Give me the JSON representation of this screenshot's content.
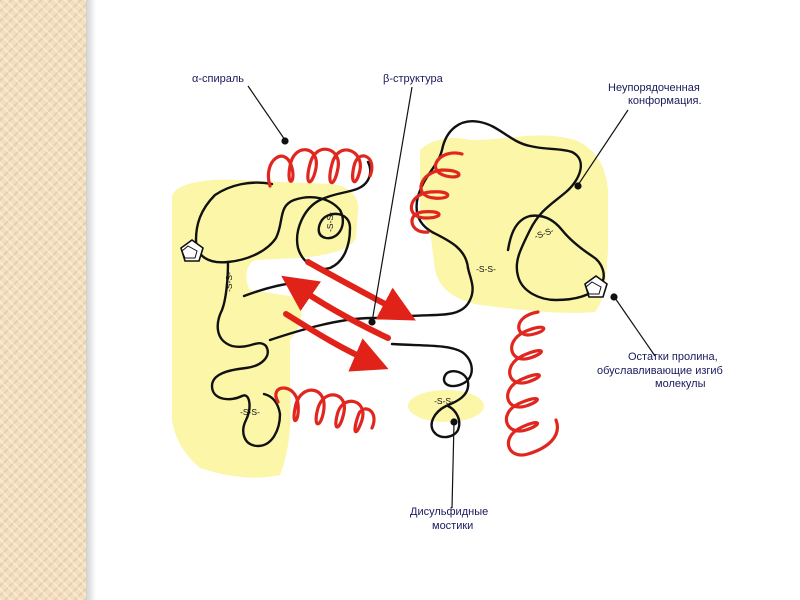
{
  "labels": {
    "alpha_helix": "α-спираль",
    "beta_structure": "β-структура",
    "disordered": [
      "Неупорядоченная",
      "конформация."
    ],
    "proline": [
      "Остатки пролина,",
      "обуславливающие изгиб",
      "молекулы"
    ],
    "disulfide": [
      "Дисульфидные",
      "мостики"
    ]
  },
  "bridges": {
    "label": "-S-S-",
    "vertical_1": "-S-S-",
    "vertical_2": "-S-S-",
    "horizontal_1": "-S-S-",
    "horizontal_2": "-S-S-",
    "horizontal_3": "-S-S-",
    "horizontal_4": "-S-S-"
  },
  "colors": {
    "background_blob": "#fbf6a8",
    "helix": "#e0261e",
    "beta_arrow": "#e02218",
    "chain": "#111111",
    "label_text": "#1a1a5c",
    "sidebar": "#f3dfbf"
  }
}
